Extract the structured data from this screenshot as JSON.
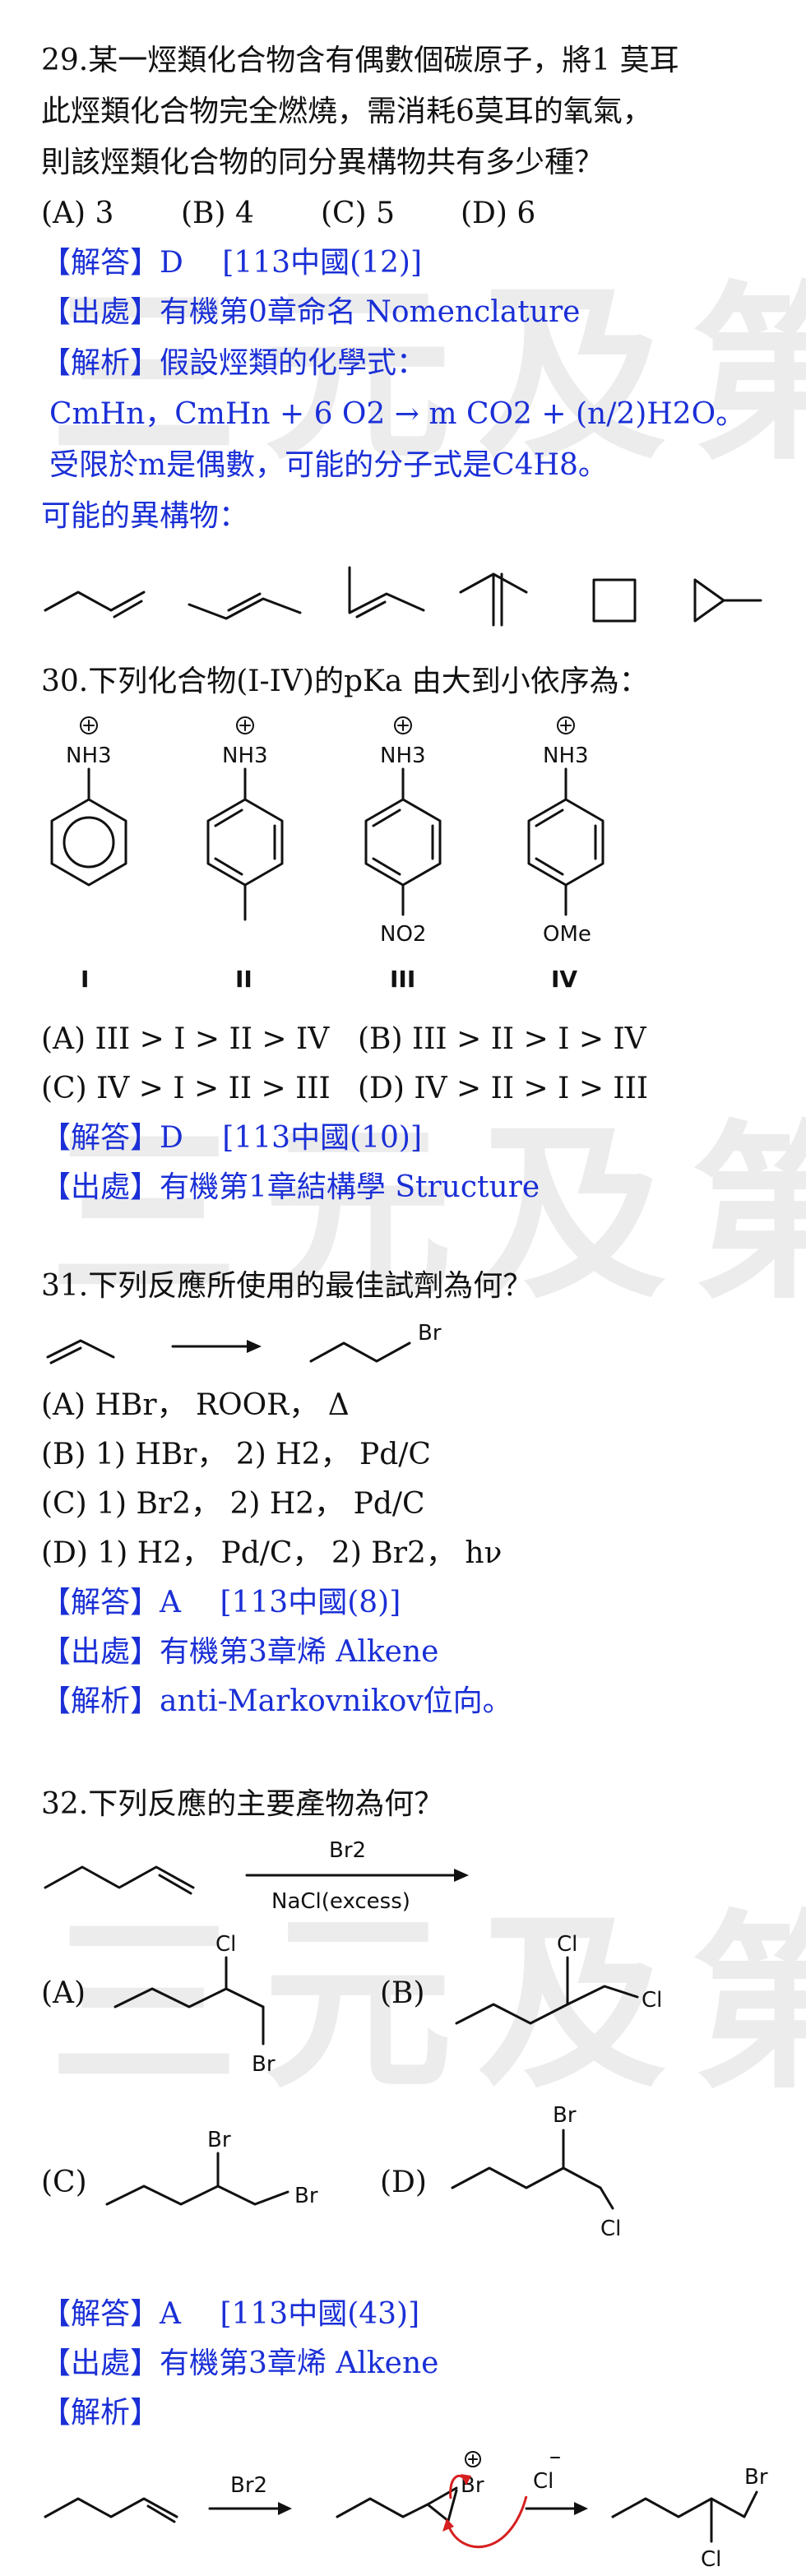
{
  "watermark": "三元及第",
  "q29": {
    "line1": "29.某一烴類化合物含有偶數個碳原子，將1 莫耳",
    "line2": "此烴類化合物完全燃燒，需消耗6莫耳的氧氣，",
    "line3": "則該烴類化合物的同分異構物共有多少種？",
    "options": [
      "(A) 3",
      "(B) 4",
      "(C) 5",
      "(D) 6"
    ],
    "answer": "【解答】D　 [113中國(12)]",
    "source": "【出處】有機第0章命名  Nomenclature",
    "analysis": "【解析】假設烴類的化學式：",
    "formula1": "CmHn，CmHn + 6 O2 → m CO2 + (n/2)H2O。",
    "formula2": " 受限於m是偶數，可能的分子式是C4H8。",
    "isomers": "可能的異構物："
  },
  "q30": {
    "line1": "30.下列化合物(I-IV)的pKa  由大到小依序為：",
    "compounds": [
      {
        "top": "NH3",
        "sub": "",
        "label": "I"
      },
      {
        "top": "NH3",
        "sub": "",
        "label": "II"
      },
      {
        "top": "NH3",
        "sub": "NO2",
        "label": "III"
      },
      {
        "top": "NH3",
        "sub": "OMe",
        "label": "IV"
      }
    ],
    "optA": "(A) III > I > II > IV",
    "optB": "(B) III > II > I > IV",
    "optC": "(C) IV > I > II > III",
    "optD": "(D) IV > II > I > III",
    "answer": "【解答】D　 [113中國(10)]",
    "source": "【出處】有機第1章結構學  Structure"
  },
  "q31": {
    "line1": "31.下列反應所使用的最佳試劑為何？",
    "product_br": "Br",
    "optA": "(A) HBr，  ROOR，  Δ",
    "optB": "(B) 1) HBr，  2) H2，  Pd/C",
    "optC": "(C) 1) Br2，  2) H2，  Pd/C",
    "optD": "(D) 1) H2，  Pd/C，  2) Br2，  hν",
    "answer": "【解答】A　 [113中國(8)]",
    "source": "【出處】有機第3章烯  Alkene",
    "analysis": "【解析】anti-Markovnikov位向。"
  },
  "q32": {
    "line1": "32.下列反應的主要產物為何？",
    "reagent_top": "Br2",
    "reagent_bottom": "NaCl(excess)",
    "optA": "(A)",
    "optB": "(B)",
    "optC": "(C)",
    "optD": "(D)",
    "Cl": "Cl",
    "Br": "Br",
    "answer": "【解答】A　 [113中國(43)]",
    "source": "【出處】有機第3章烯  Alkene",
    "analysis": "【解析】",
    "mech_reagent": "Br2",
    "mech_cl": "Cl"
  }
}
